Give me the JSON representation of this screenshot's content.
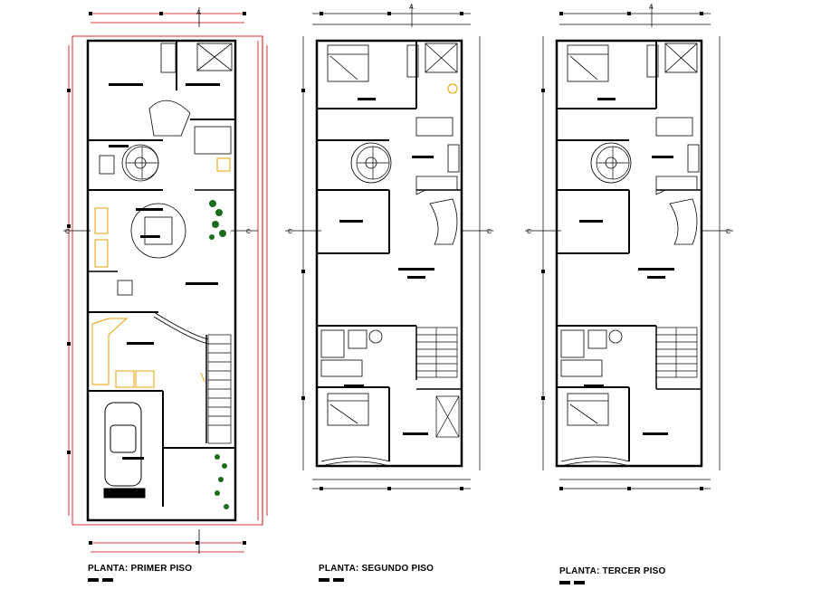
{
  "drawing": {
    "colors": {
      "wall": "#000000",
      "dimension": "#cc0000",
      "furniture": "#e8a000",
      "vegetation": "#1a6b1a",
      "background": "#ffffff"
    },
    "section_marker": "C",
    "north_marker": "A",
    "plans": [
      {
        "id": "primer-piso",
        "title": "PLANTA: PRIMER PISO"
      },
      {
        "id": "segundo-piso",
        "title": "PLANTA: SEGUNDO PISO"
      },
      {
        "id": "tercer-piso",
        "title": "PLANTA: TERCER PISO"
      }
    ]
  }
}
